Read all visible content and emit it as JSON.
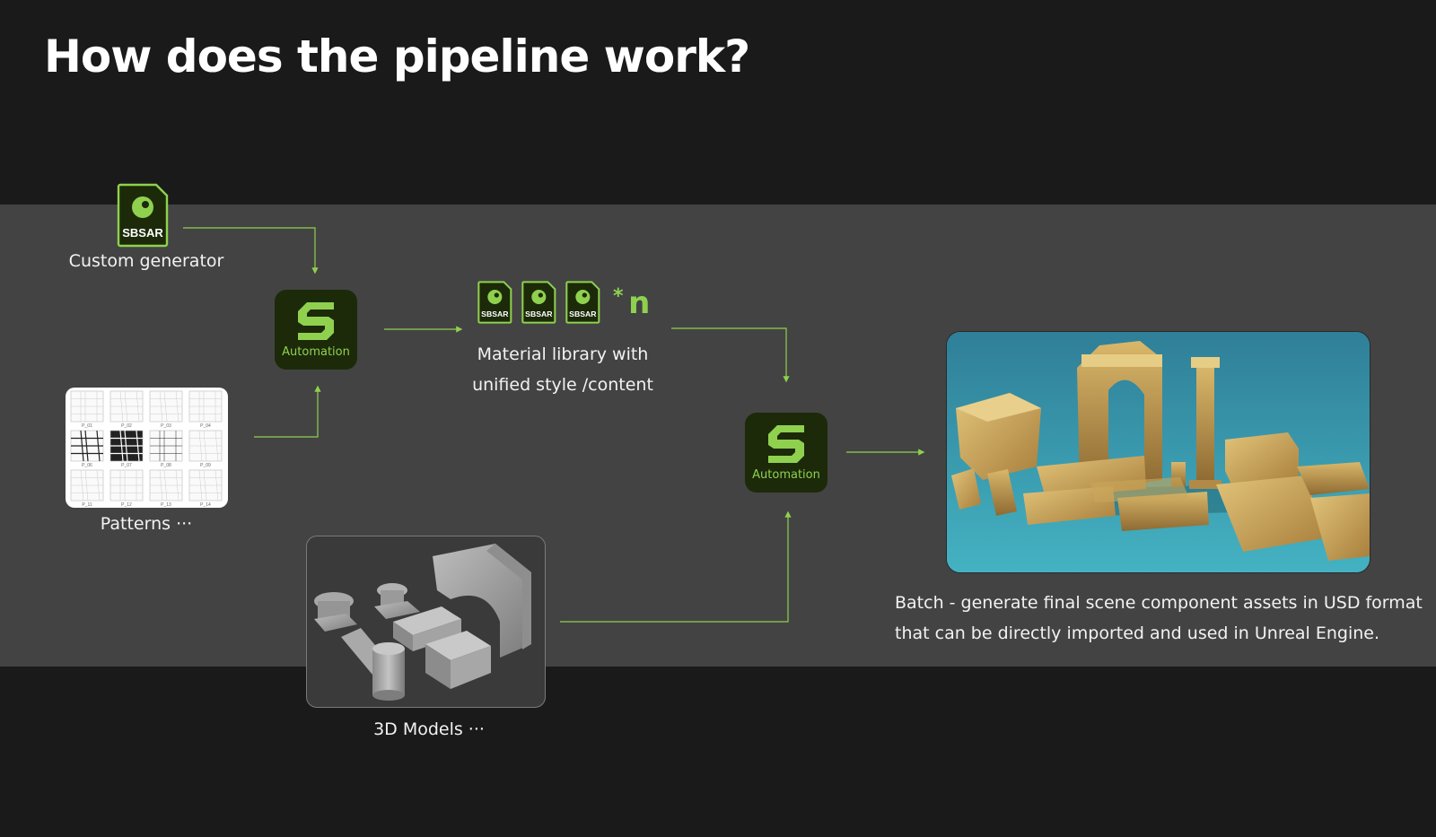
{
  "title": "How does the pipeline work?",
  "colors": {
    "background": "#1a1a1a",
    "band": "#434343",
    "accent": "#8fd14f",
    "automation_bg": "#1c2a0a"
  },
  "nodes": {
    "custom_generator": {
      "icon_label": "SBSAR",
      "label": "Custom generator"
    },
    "patterns": {
      "label": "Patterns ···",
      "tiles": [
        "P_01",
        "P_02",
        "P_03",
        "P_04",
        "P_06",
        "P_07",
        "P_08",
        "P_09",
        "P_11",
        "P_12",
        "P_13",
        "P_14"
      ]
    },
    "automation_1": {
      "label": "Automation",
      "icon": "substance-s-icon"
    },
    "material_library": {
      "icon_label": "SBSAR",
      "multiplier_star": "*",
      "multiplier_n": "n",
      "label": "Material library with unified style /content"
    },
    "models": {
      "label": "3D Models ···"
    },
    "automation_2": {
      "label": "Automation",
      "icon": "substance-s-icon"
    },
    "scene": {
      "label": "Batch - generate final scene component assets in USD format that can be directly imported and used in Unreal Engine."
    }
  }
}
